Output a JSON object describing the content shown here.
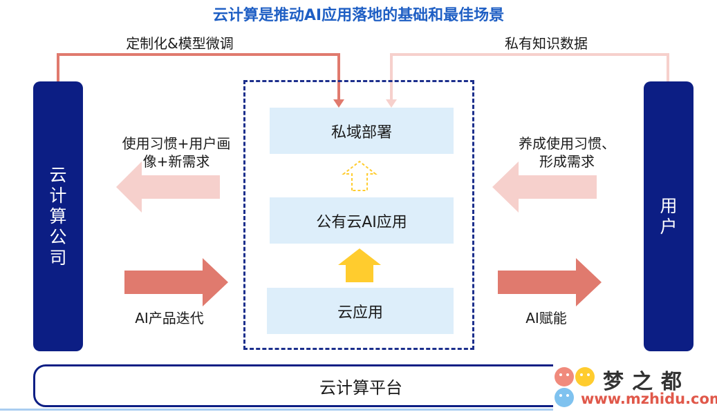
{
  "title": "云计算是推动AI应用落地的基础和最佳场景",
  "left_pillar": "云计算公司",
  "right_pillar": "用户",
  "layers": {
    "top": "私域部署",
    "middle": "公有云AI应用",
    "bottom": "云应用"
  },
  "top_left_label": "定制化&模型微调",
  "top_right_label": "私有知识数据",
  "left_upper_label": [
    "使用习惯+用户画",
    "像+新需求"
  ],
  "right_upper_label": [
    "养成使用习惯、",
    "形成需求"
  ],
  "left_lower_label": "AI产品迭代",
  "right_lower_label": "AI赋能",
  "platform": "云计算平台",
  "watermark": {
    "name": "梦之都",
    "url": "www.mzhidu.com"
  },
  "colors": {
    "title": "#1f5fc4",
    "pillar": "#0c1e84",
    "layer_fill": "#ddeefa",
    "arrow_dark": "#e07a6e",
    "arrow_light": "#f6d0cc",
    "arrow_yellow": "#ffcc2e",
    "dashed_border": "#1c2f8c"
  }
}
